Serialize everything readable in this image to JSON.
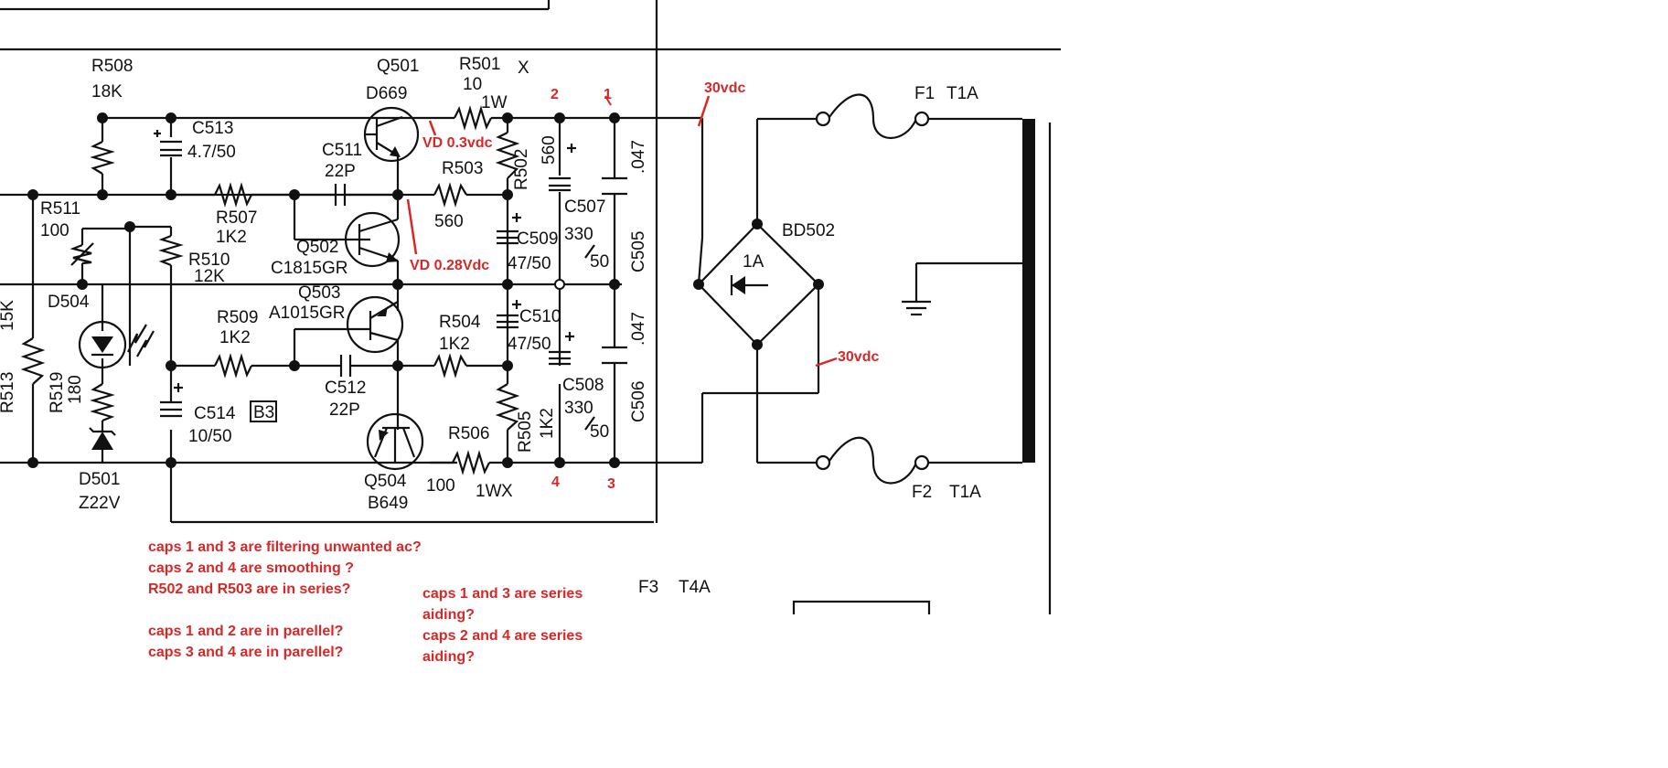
{
  "colors": {
    "ink": "#111111",
    "annotation": "#d62828",
    "background": "#ffffff"
  },
  "components": {
    "R508": {
      "ref": "R508",
      "value": "18K"
    },
    "Q501": {
      "ref": "Q501",
      "part": "D669"
    },
    "R501": {
      "ref": "R501",
      "value": "10",
      "power": "1W",
      "mark": "X"
    },
    "C513": {
      "ref": "C513",
      "value": "4.7/50"
    },
    "C511": {
      "ref": "C511",
      "value": "22P"
    },
    "R503": {
      "ref": "R503",
      "value": "560"
    },
    "R502": {
      "ref": "R502",
      "value": "560"
    },
    "C507": {
      "ref": "C507",
      "value": "330",
      "volt": "50"
    },
    "C505": {
      "ref": "C505",
      "value": ".047"
    },
    "R511": {
      "ref": "R511",
      "value": "100"
    },
    "R507": {
      "ref": "R507",
      "value": "1K2"
    },
    "Q502": {
      "ref": "Q502",
      "part": "C1815GR"
    },
    "C509": {
      "ref": "C509",
      "value": "47/50"
    },
    "R510": {
      "ref": "R510",
      "value": "12K"
    },
    "D504": {
      "ref": "D504"
    },
    "Q503": {
      "ref": "Q503",
      "part": "A1015GR"
    },
    "R509": {
      "ref": "R509",
      "value": "1K2"
    },
    "R504": {
      "ref": "R504",
      "value": "1K2"
    },
    "C510": {
      "ref": "C510",
      "value": "47/50"
    },
    "C506": {
      "ref": "C506",
      "value": ".047"
    },
    "R513": {
      "ref": "R513",
      "value": "15K"
    },
    "R519": {
      "ref": "R519",
      "value": "180"
    },
    "C512": {
      "ref": "C512",
      "value": "22P"
    },
    "C508": {
      "ref": "C508",
      "value": "330",
      "volt": "50"
    },
    "C514": {
      "ref": "C514",
      "value": "10/50",
      "badge": "B3"
    },
    "R506": {
      "ref": "R506",
      "value": "100",
      "power": "1W",
      "mark": "X"
    },
    "R505": {
      "ref": "R505",
      "value": "1K2"
    },
    "D501": {
      "ref": "D501",
      "part": "Z22V"
    },
    "Q504": {
      "ref": "Q504",
      "part": "B649"
    },
    "BD502": {
      "ref": "BD502",
      "rating": "1A"
    },
    "F1": {
      "ref": "F1",
      "rating": "T1A"
    },
    "F2": {
      "ref": "F2",
      "rating": "T1A"
    },
    "F3": {
      "ref": "F3",
      "rating": "T4A"
    }
  },
  "annotations": {
    "node_1": "1",
    "node_2": "2",
    "node_3": "3",
    "node_4": "4",
    "vin_top": "30vdc",
    "vin_bottom": "30vdc",
    "vd_q501": "VD 0.3vdc",
    "vd_q502": "VD 0.28Vdc"
  },
  "notes": {
    "left": [
      "caps 1 and 3 are filtering unwanted ac?",
      "caps 2 and 4 are smoothing ?",
      "R502 and R503 are in series?",
      "",
      "caps 1 and 2 are in parellel?",
      "caps 3 and 4 are in parellel?"
    ],
    "right": [
      "caps 1 and 3 are series",
      "aiding?",
      "caps 2 and 4 are series",
      "aiding?"
    ]
  }
}
